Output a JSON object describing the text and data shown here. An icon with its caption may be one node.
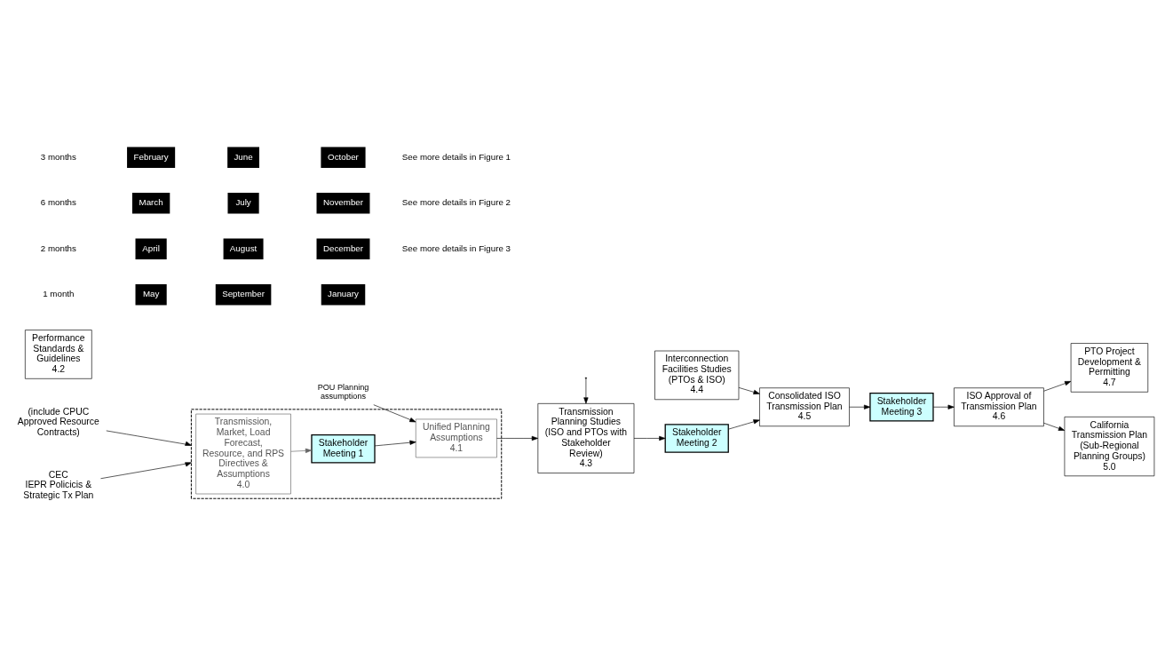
{
  "diagram": {
    "nodes": [
      {
        "text": [],
        "shape": "box"
      },
      {
        "text": [
          "Transmission, Market, Load Forecast, Resource, and RPS Directives & Assumptions",
          "4.0"
        ],
        "in": 0
      },
      {
        "text": [
          "Stakeholder Meeting 1"
        ],
        "in": 0
      },
      {
        "text": [
          "Unified Planning Assumptions",
          "4.1"
        ],
        "in": 0
      },
      {
        "text": [
          "(include CPUC Approved Resource Contracts)"
        ]
      },
      {
        "text": [
          "CEC",
          "IEPR Policicis & Strategic Tx Plan"
        ]
      },
      {
        "text": [
          "POU Planning assumptions"
        ]
      },
      {
        "text": [
          "Performance Standards & Guidelines",
          "4.2"
        ]
      },
      {
        "text": [
          "Transmission Planning Studies (ISO and PTOs with Stakeholder Review)",
          "4.3"
        ]
      },
      {
        "text": [
          "Stakeholder Meeting 2"
        ]
      },
      {
        "text": [
          "Interconnection Facilities Studies (PTOs & ISO)",
          "4.4"
        ]
      },
      {
        "text": [
          "Consolidated ISO Transmission Plan",
          "4.5"
        ]
      },
      {
        "text": [
          "Stakeholder Meeting 3"
        ]
      },
      {
        "text": [
          "ISO Approval of Transmission Plan",
          "4.6"
        ]
      },
      {
        "text": [
          "PTO Project Development & Permitting",
          "4.7"
        ]
      },
      {
        "text": [
          "California Transmission Plan (Sub-Regional Planning Groups)",
          "5.0"
        ]
      }
    ],
    "edges": [
      {
        "from": 4,
        "to": 0,
        "arrow": "to"
      },
      {
        "from": 5,
        "to": 0,
        "arrow": "to"
      },
      {
        "from": 1,
        "to": 2,
        "arrow": "to",
        "color": "#666666"
      },
      {
        "from": 2,
        "to": 3,
        "arrow": "to"
      },
      {
        "from": 6,
        "to": 3,
        "arrow": "to"
      },
      {
        "from": 3,
        "to": 8,
        "arrow": "to"
      },
      {
        "from": null,
        "to": 8,
        "arrow": "to"
      },
      {
        "from": 8,
        "to": 9,
        "arrow": "to"
      },
      {
        "from": 9,
        "to": 11,
        "arrow": "to"
      },
      {
        "from": 10,
        "to": 11,
        "arrow": "to"
      },
      {
        "from": 11,
        "to": 12,
        "arrow": "to"
      },
      {
        "from": 12,
        "to": 13,
        "arrow": "to"
      },
      {
        "from": 13,
        "to": 14,
        "arrow": "to"
      },
      {
        "from": 13,
        "to": 15,
        "arrow": "to"
      }
    ],
    "labels": [
      "3 months",
      "6 months",
      "2 months",
      "1 month",
      "February",
      "March",
      "April",
      "May",
      "June",
      "July",
      "August",
      "September",
      "October",
      "November",
      "December",
      "January",
      "See more details in Figure 1",
      "See more details in Figure 2",
      "See more details in Figure 3"
    ]
  }
}
